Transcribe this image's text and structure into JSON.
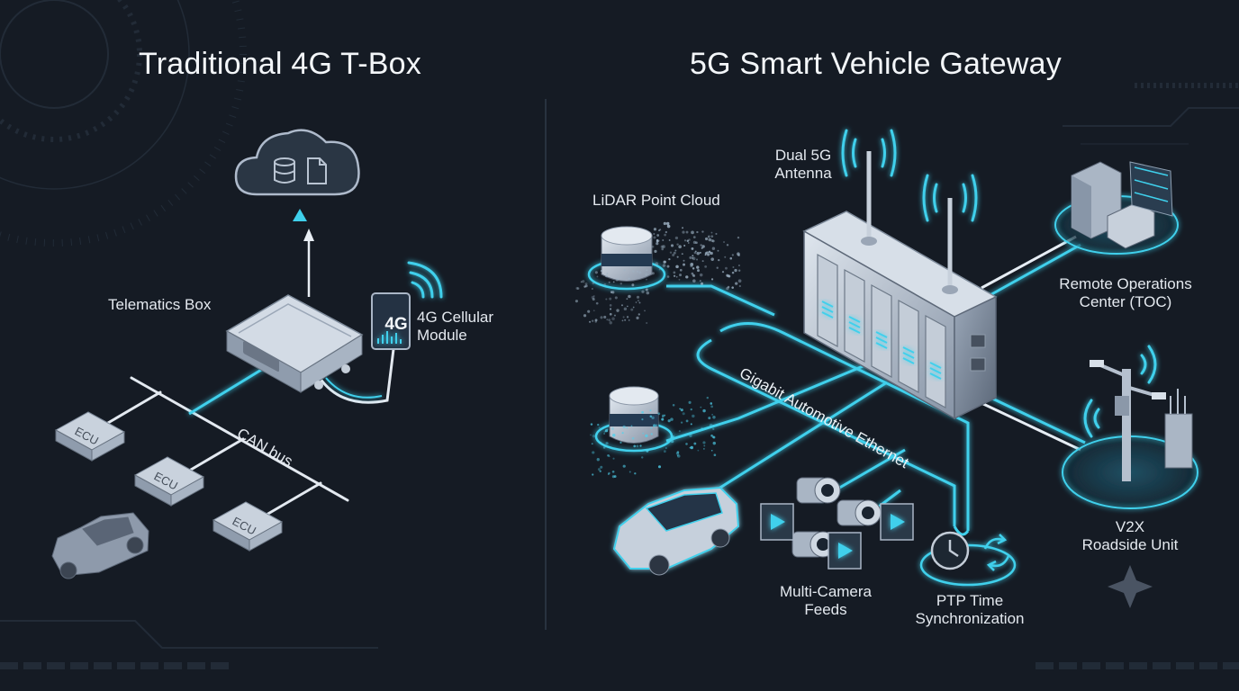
{
  "left_panel": {
    "title": "Traditional 4G T-Box",
    "telematics_label": "Telematics Box",
    "cellular_label_line1": "4G Cellular",
    "cellular_label_line2": "Module",
    "cellular_badge": "4G",
    "bus_label": "CAN bus",
    "ecu_label": "ECU"
  },
  "right_panel": {
    "title": "5G Smart Vehicle Gateway",
    "antenna_label_line1": "Dual 5G",
    "antenna_label_line2": "Antenna",
    "lidar_label": "LiDAR Point Cloud",
    "toc_label_line1": "Remote Operations",
    "toc_label_line2": "Center (TOC)",
    "ethernet_label": "Gigabit Automotive Ethernet",
    "v2x_label_line1": "V2X",
    "v2x_label_line2": "Roadside Unit",
    "camera_label_line1": "Multi-Camera",
    "camera_label_line2": "Feeds",
    "ptp_label_line1": "PTP Time",
    "ptp_label_line2": "Synchronization"
  },
  "colors": {
    "background": "#151b24",
    "accent": "#3fd0ec",
    "device": "#b9c4d2",
    "text": "#e6ecf2"
  }
}
